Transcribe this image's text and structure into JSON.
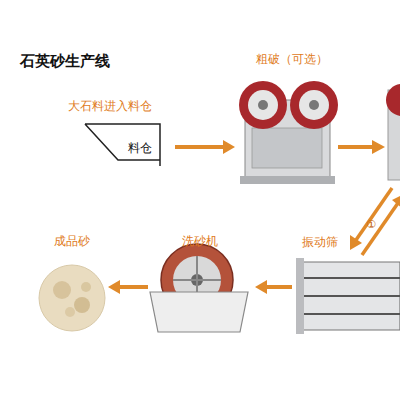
{
  "diagram": {
    "title": "石英砂生产线",
    "nodes": [
      {
        "text": [
          "大石料进入料仓",
          "料仓"
        ]
      },
      {
        "text": [
          "粗破（可选）"
        ]
      },
      {
        "text": [
          "振动筛"
        ]
      },
      {
        "text": [
          "洗砂机"
        ]
      },
      {
        "text": [
          "成品砂"
        ]
      }
    ],
    "edges": [
      {
        "from": 0,
        "to": 1,
        "arrow": "to"
      },
      {
        "from": 2,
        "to": 3,
        "arrow": "to"
      },
      {
        "from": 3,
        "to": 4,
        "arrow": "to"
      }
    ],
    "labels": [
      "①"
    ]
  }
}
